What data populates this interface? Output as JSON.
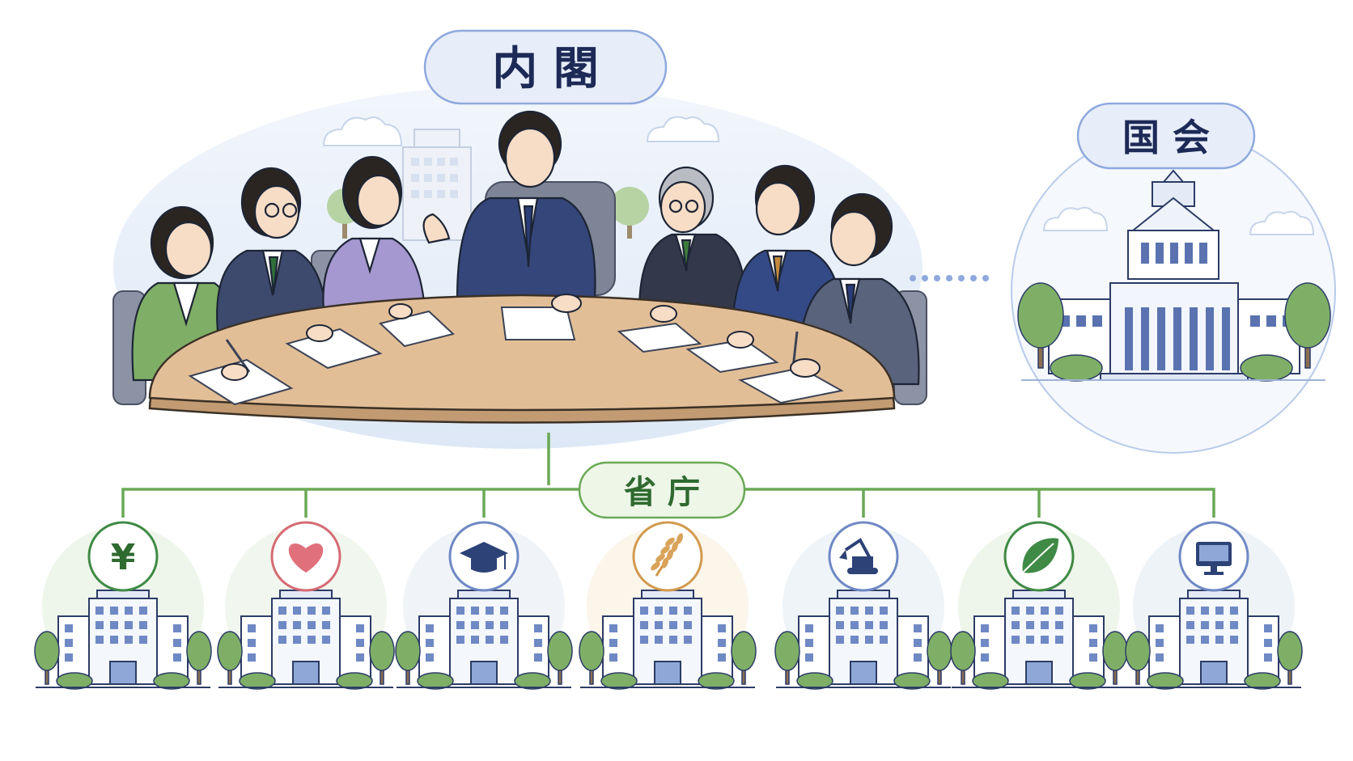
{
  "labels": {
    "cabinet": "内 閣",
    "diet": "国 会",
    "ministries": "省 庁"
  },
  "ministries": [
    {
      "icon": "yen-icon",
      "glyph": "¥",
      "ring": "#3f8a45",
      "halo": "#eef5ea"
    },
    {
      "icon": "heart-icon",
      "glyph": "",
      "ring": "#d56b74",
      "halo": "#f1f6ee"
    },
    {
      "icon": "graduation-cap-icon",
      "glyph": "",
      "ring": "#6f89c4",
      "halo": "#f0f4f8"
    },
    {
      "icon": "wheat-icon",
      "glyph": "",
      "ring": "#d29a4e",
      "halo": "#fbf5ea"
    },
    {
      "icon": "excavator-icon",
      "glyph": "",
      "ring": "#6f89c4",
      "halo": "#eef4f8"
    },
    {
      "icon": "leaf-icon",
      "glyph": "",
      "ring": "#3f8a45",
      "halo": "#eef5ea"
    },
    {
      "icon": "monitor-icon",
      "glyph": "",
      "ring": "#6f89c4",
      "halo": "#eef3f8"
    }
  ],
  "colors": {
    "navy": "#1d2a57",
    "pill_fill": "#e7eef9",
    "pill_stroke": "#8fa9dd",
    "green_line": "#6aa955",
    "green_pill_fill": "#eef6e8",
    "table": "#e2be97",
    "table_edge": "#c29b72"
  }
}
